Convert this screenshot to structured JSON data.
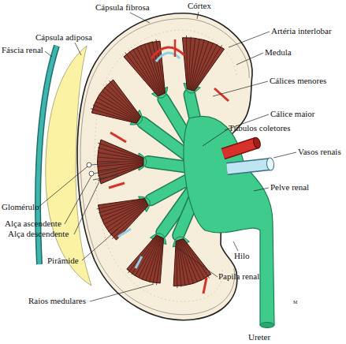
{
  "diagram": {
    "labels": [
      "Cápsula fibrosa",
      "Córtex",
      "Cápsula adiposa",
      "Fáscia renal",
      "Artéria interlobar",
      "Medula",
      "Cálices menores",
      "Cálice maior",
      "Túbulos coletores",
      "Vasos renais",
      "Pelve renal",
      "Glomérulo",
      "Alça ascendente",
      "Alça descendente",
      "Hilo",
      "Pirâmide",
      "Papila renal",
      "Raios medulares",
      "M",
      "Ureter"
    ]
  }
}
